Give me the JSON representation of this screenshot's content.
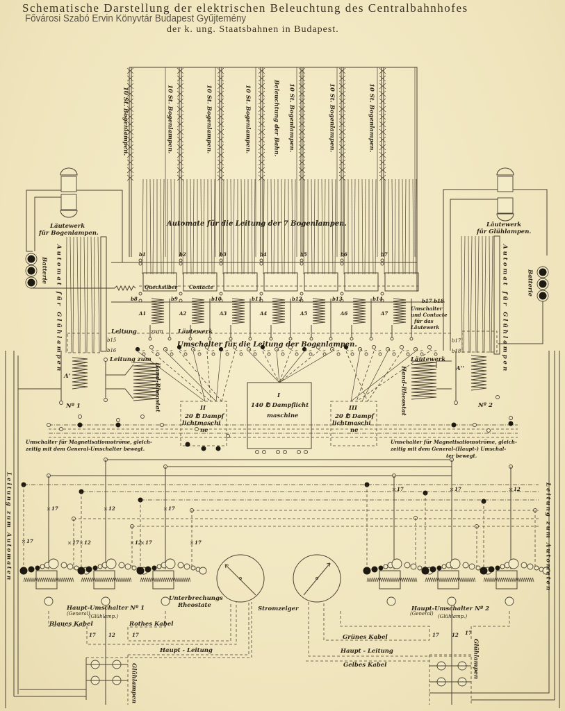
{
  "title": {
    "line1": "Schematische Darstellung der elektrischen Beleuchtung des Centralbahnhofes",
    "line2": "der k. ung. Staatsbahnen in Budapest.",
    "watermark": "Fővárosi Szabó Ervin Könyvtár Budapest Gyűjtemény"
  },
  "lamp_circuits": {
    "labels": [
      "10 St. Bogenlampen.",
      "10 St. Bogenlampen.",
      "10 St. Bogenlampen.",
      "10 St. Bogenlampen.",
      "Beleuchtung der Bahn.",
      "10 St. Bogenlampen.",
      "10 St. Bogenlampen.",
      "10 St. Bogenlampen."
    ]
  },
  "automata": {
    "title": "Automate für die Leitung der 7 Bogenlampen.",
    "contacts_label_1": "Quecksilber",
    "contacts_label_2": "Contacte",
    "b_top": [
      "b1",
      "b2",
      "b3",
      "b4",
      "b5",
      "b6",
      "b7"
    ],
    "b_bottom": [
      "b8",
      "b9",
      "b10",
      "b11",
      "b12",
      "b13",
      "b14"
    ],
    "coils": [
      "A1",
      "A2",
      "A3",
      "A4",
      "A5",
      "A6",
      "A7"
    ],
    "b15": "b15",
    "b16": "b16",
    "b17_top": "b17",
    "b17": "b17",
    "b18": "b18",
    "umschalter_contacte": [
      "b17 b18",
      "Umschalter",
      "und Contacte",
      "für das",
      "Läutewerk"
    ],
    "leitung_zum_lautewerk": [
      "Leitung",
      "zum",
      "Läutewerk"
    ]
  },
  "left_side": {
    "lautewerk": [
      "Läutewerk",
      "für Bogenlampen."
    ],
    "batterie": "Batterie",
    "automat": "Automat für Glühlampen",
    "coil": "A'",
    "leitung_zum": "Leitung zum",
    "rheostat": "Hand-Rheostat",
    "number": "Nº 1",
    "umschalter_note": [
      "Umschalter für Magnetisationsströme, gleich-",
      "zeitig mit dem General-Umschalter bewegt."
    ],
    "leitung_zum_automaten": "Leitung zum Automaten"
  },
  "right_side": {
    "lautewerk": [
      "Läutewerk",
      "für Glühlampen."
    ],
    "batterie": "Batterie",
    "automat": "Automat für Glühlampen",
    "coil": "A''",
    "lautewerk_label": "Läutewerk",
    "rheostat": "Hand-Rheostat",
    "number": "Nº 2",
    "umschalter_note": [
      "Umschalter für Magnetisationsströme, gleich-",
      "zeitig mit dem General-(Haupt-) Umschal-",
      "ter bewegt."
    ],
    "leitung_zum_automaten": "Leitung zum Automaten"
  },
  "umschalter_bogenlampen": "Umschalter für die Leitung der Bogenlampen.",
  "machines": [
    {
      "numeral": "II",
      "line1": "20 ℔ Dampf",
      "line2": "lichtmaschi",
      "line3": "ne"
    },
    {
      "numeral": "I",
      "line1": "140 ℔ Dampflicht",
      "line2": "maschine",
      "line3": ""
    },
    {
      "numeral": "III",
      "line1": "20 ℔ Dampf",
      "line2": "lichtmaschi",
      "line3": "ne"
    }
  ],
  "switchboard": {
    "cross_marks_left": [
      "17",
      "12",
      "17",
      "17",
      "17",
      "12",
      "12",
      "17",
      "17",
      "17"
    ],
    "cross_marks_right": [
      "17",
      "12",
      "17"
    ],
    "haupt_umschalter_1": [
      "Haupt-Umschalter Nº 1",
      "(General)",
      "(Glühlamp.)"
    ],
    "haupt_umschalter_2": [
      "Haupt-Umschalter Nº 2",
      "(General)",
      "(Glühlamp.)"
    ],
    "unterbrechungs": [
      "Unterbrechungs",
      "Rheostate"
    ],
    "stromzeiger": "Stromzeiger"
  },
  "cables": {
    "blaues": "Blaues Kabel",
    "rothes": "Rothes Kabel",
    "grunes": "Grünes Kabel",
    "gelbes": "Gelbes Kabel",
    "haupt_leitung_left": "Haupt - Leitung",
    "haupt_leitung_right": "Haupt - Leitung",
    "gluhlampen": "Glühlampen",
    "marks_left": [
      "17",
      "12",
      "17"
    ],
    "marks_right": [
      "17",
      "12",
      "17"
    ]
  }
}
